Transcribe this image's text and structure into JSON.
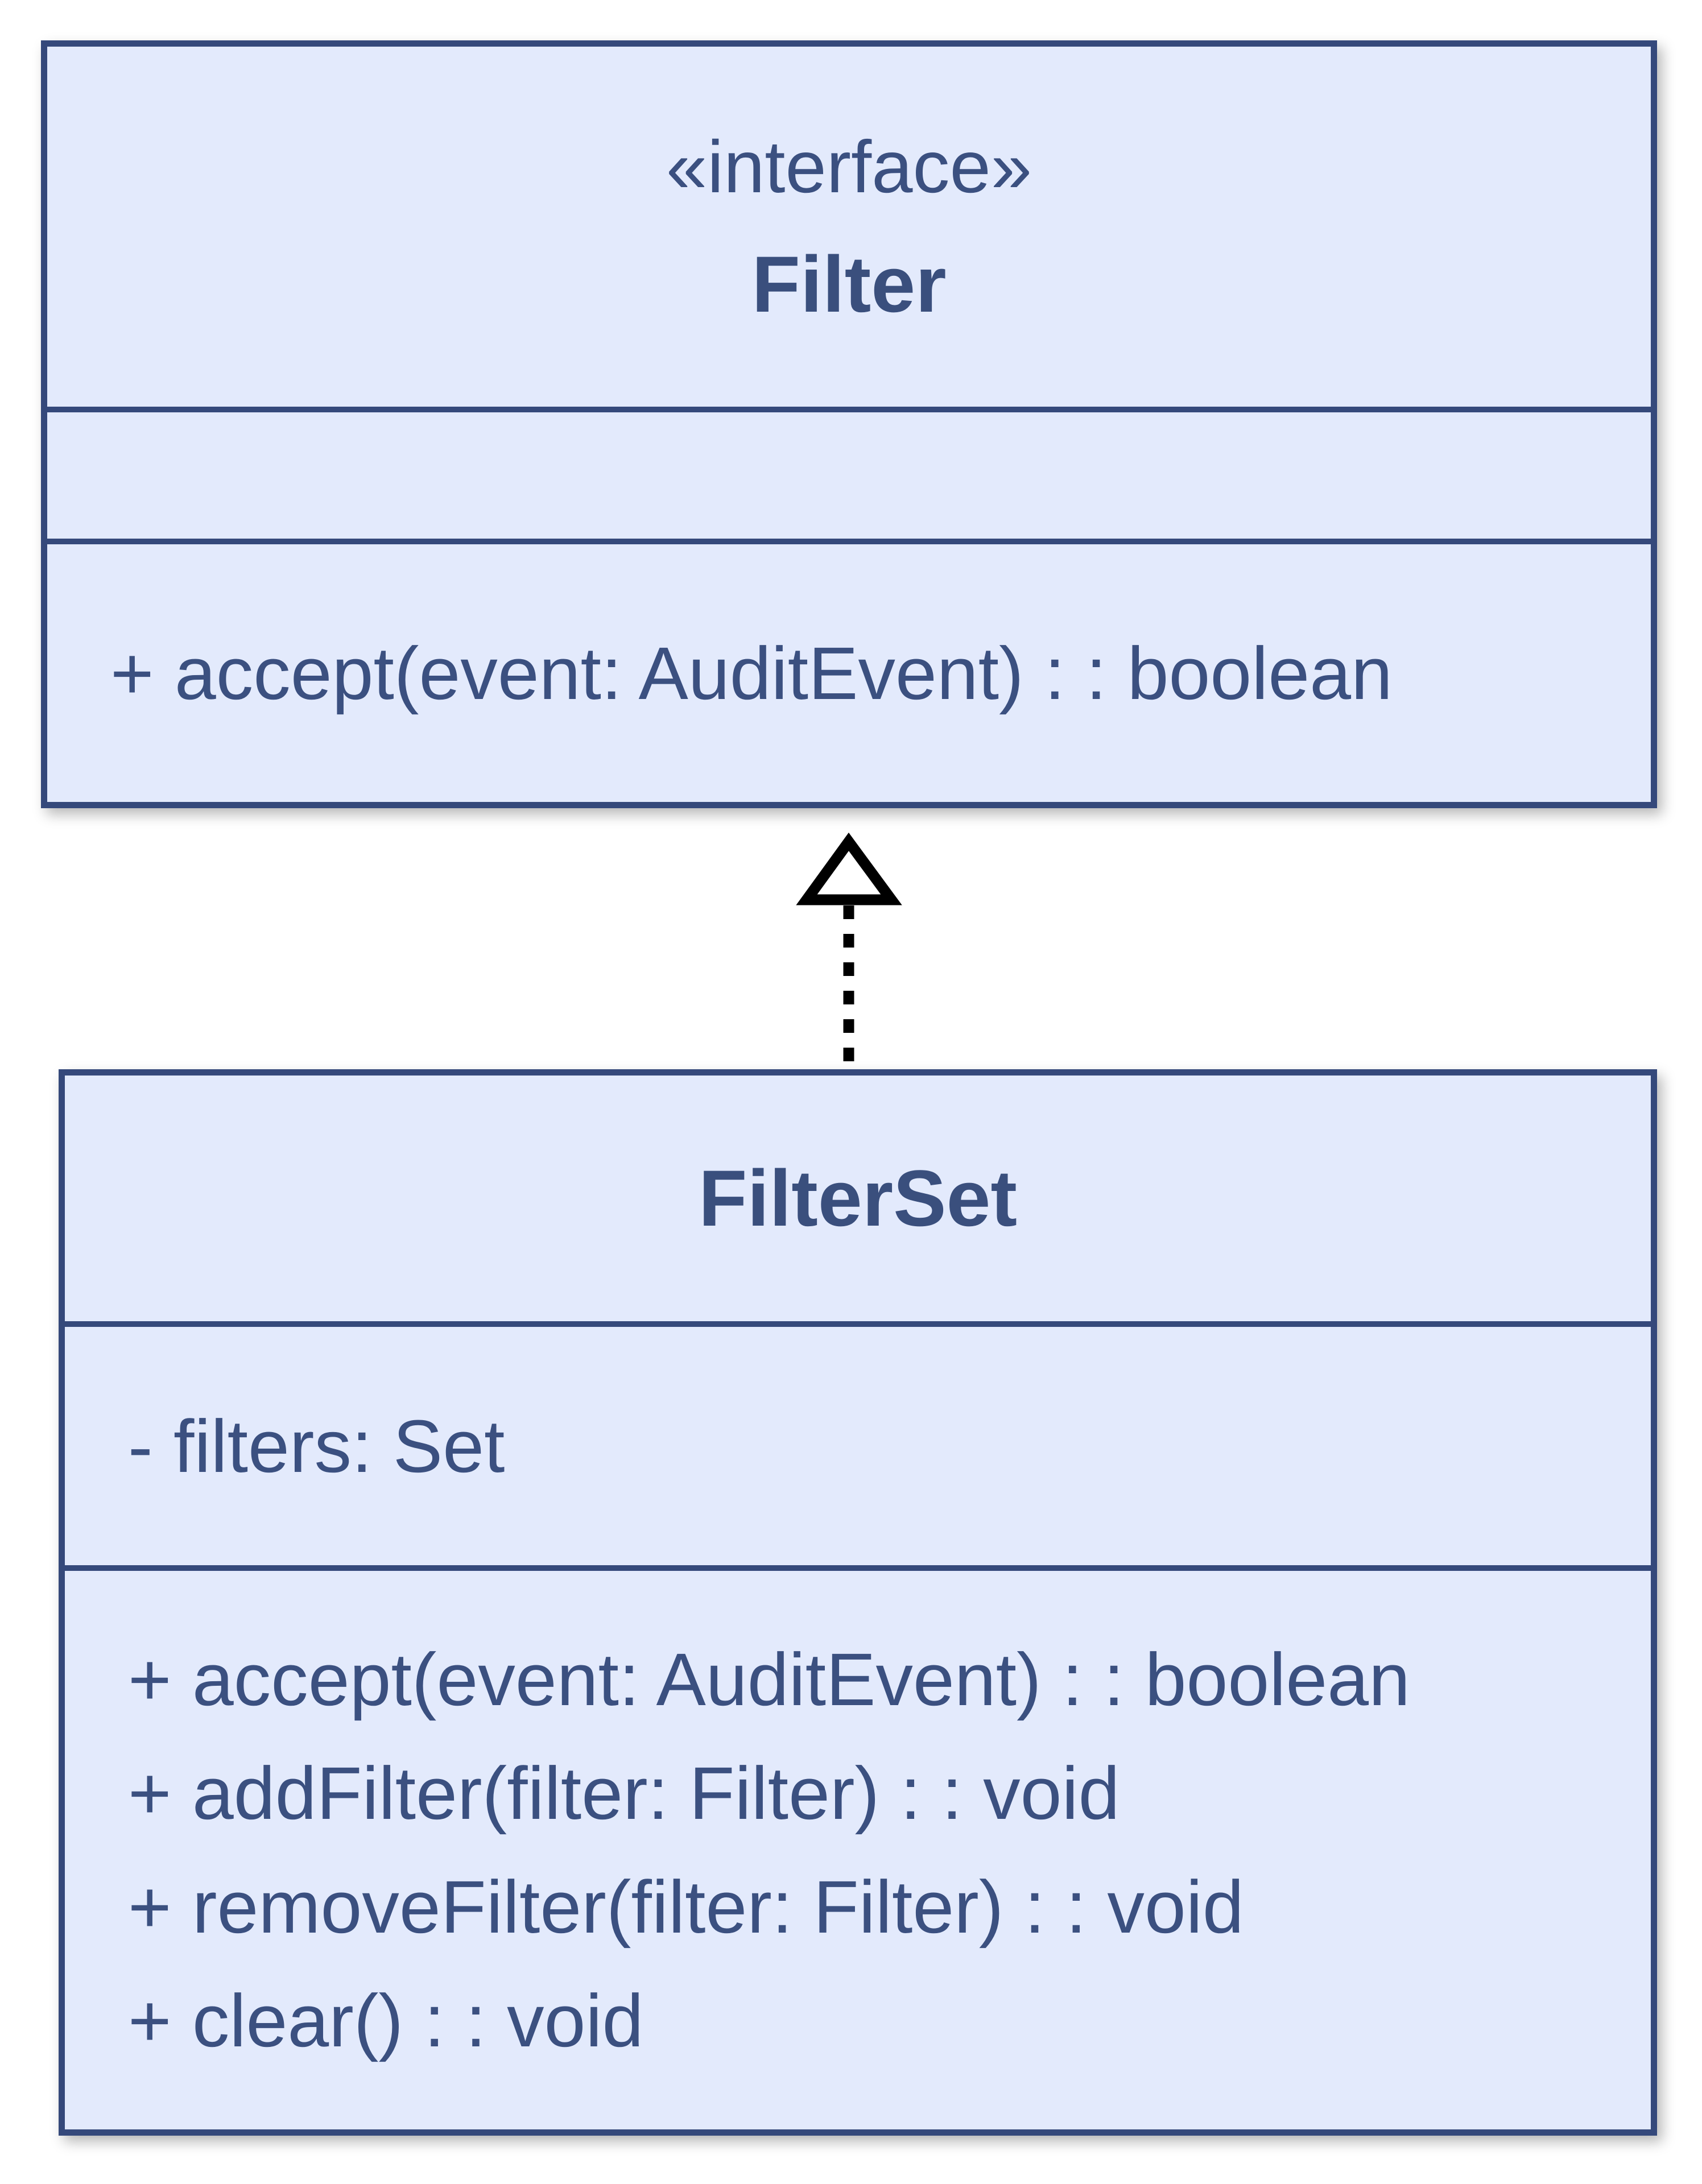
{
  "diagram": {
    "type": "uml-class-diagram",
    "interface_class": {
      "stereotype": "«interface»",
      "name": "Filter",
      "attributes": [],
      "methods": {
        "0": "+ accept(event: AuditEvent) : : boolean"
      }
    },
    "implementing_class": {
      "name": "FilterSet",
      "attributes": {
        "0": "- filters: Set"
      },
      "methods": {
        "0": "+ accept(event: AuditEvent) : : boolean",
        "1": "+ addFilter(filter: Filter) : : void",
        "2": "+ removeFilter(filter: Filter) : : void",
        "3": "+ clear() : : void"
      }
    },
    "relationship": {
      "kind": "realization",
      "from": "FilterSet",
      "to": "Filter",
      "line_style": "dashed",
      "head_style": "hollow-triangle"
    },
    "colors": {
      "box_fill": "#e3eafc",
      "box_border": "#35497b",
      "text": "#3b5080",
      "arrow": "#000000",
      "background": "#ffffff"
    }
  }
}
